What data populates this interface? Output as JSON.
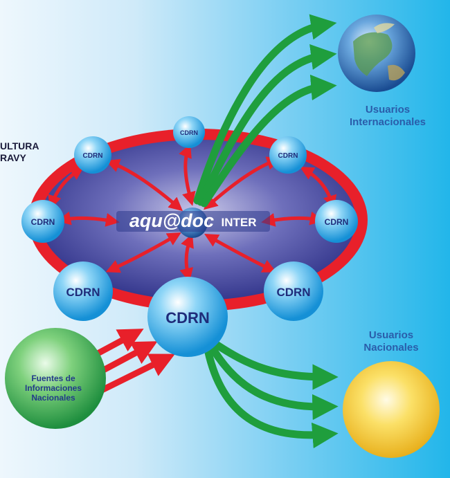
{
  "cutoff_label": {
    "line1": "ULTURA",
    "line2": "RAVY"
  },
  "logo": {
    "main": "aqu@doc",
    "suffix": "INTER"
  },
  "nodes": [
    {
      "id": "top",
      "label": "CDRN"
    },
    {
      "id": "upper-left",
      "label": "CDRN"
    },
    {
      "id": "upper-right",
      "label": "CDRN"
    },
    {
      "id": "mid-left",
      "label": "CDRN"
    },
    {
      "id": "mid-right",
      "label": "CDRN"
    },
    {
      "id": "lower-left",
      "label": "CDRN"
    },
    {
      "id": "lower-right",
      "label": "CDRN"
    },
    {
      "id": "bottom",
      "label": "CDRN"
    }
  ],
  "international_users": {
    "line1": "Usuarios",
    "line2": "Internacionales"
  },
  "national_users": {
    "line1": "Usuarios",
    "line2": "Nacionales"
  },
  "sources": {
    "line1": "Fuentes de",
    "line2": "Informaciones",
    "line3": "Nacionales"
  },
  "colors": {
    "ring": "#e8202a",
    "disk": "#3c4296",
    "arrow_red": "#e8202a",
    "arrow_green": "#1f9e3d",
    "node": "#2aa7e8",
    "sources_circle": "#34a853",
    "sun": "#f3c21a"
  }
}
